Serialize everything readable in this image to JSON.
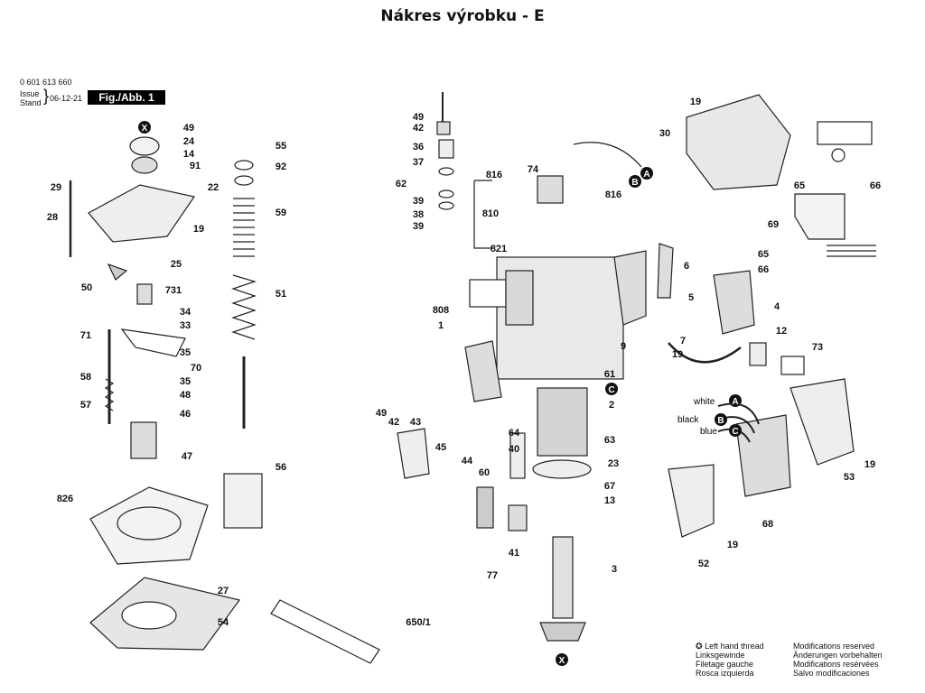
{
  "title": "Nákres výrobku - E",
  "header": {
    "part_number": "0 601 613 660",
    "issue_label": "Issue",
    "stand_label": "Stand",
    "date": "06-12-21",
    "figure": "Fig./Abb. 1"
  },
  "labels": [
    "49",
    "24",
    "14",
    "91",
    "29",
    "22",
    "28",
    "19",
    "25",
    "50",
    "731",
    "34",
    "33",
    "71",
    "35",
    "58",
    "70",
    "35",
    "48",
    "57",
    "46",
    "47",
    "826",
    "27",
    "54",
    "55",
    "92",
    "59",
    "51",
    "56",
    "650/1",
    "49",
    "42",
    "36",
    "37",
    "62",
    "39",
    "38",
    "39",
    "816",
    "74",
    "810",
    "821",
    "816",
    "19",
    "30",
    "65",
    "66",
    "69",
    "808",
    "1",
    "6",
    "65",
    "66",
    "5",
    "4",
    "7",
    "19",
    "12",
    "73",
    "9",
    "61",
    "2",
    "64",
    "40",
    "49",
    "42",
    "43",
    "45",
    "44",
    "63",
    "23",
    "60",
    "67",
    "13",
    "41",
    "77",
    "3",
    "53",
    "19",
    "68",
    "19",
    "52"
  ],
  "marks": [
    "X",
    "A",
    "B",
    "C",
    "A",
    "B",
    "C",
    "X"
  ],
  "wire_labels": {
    "white": "white",
    "black": "black",
    "blue": "blue"
  },
  "legend": {
    "thread": [
      "Left hand thread",
      "Linksgewinde",
      "Filetage gauche",
      "Rosca izquierda"
    ],
    "mods": [
      "Modifications reserved",
      "Änderungen vorbehalten",
      "Modifications resérvées",
      "Salvo modificaciones"
    ]
  }
}
